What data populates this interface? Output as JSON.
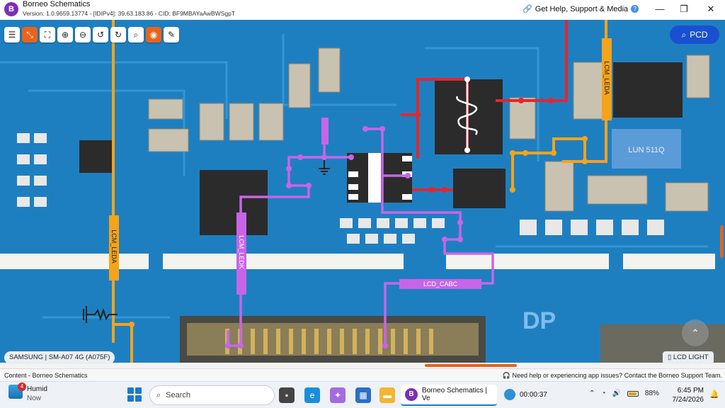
{
  "window": {
    "title": "Borneo Schematics",
    "subtitle": "Version: 1.0.9659.13774 - [IDIPv4]: 39.63.183.86 - CID: BF9MBAYaAwBWSgpT",
    "help_link": "Get Help, Support & Media",
    "minimize": "—",
    "maximize": "❐",
    "close": "✕"
  },
  "toolbar": {
    "tools": [
      {
        "name": "list-tool",
        "glyph": "☰"
      },
      {
        "name": "collapse-tool",
        "glyph": "⤡",
        "active": true
      },
      {
        "name": "fullscreen-tool",
        "glyph": "⛶"
      },
      {
        "name": "zoom-in-tool",
        "glyph": "⊕"
      },
      {
        "name": "zoom-out-tool",
        "glyph": "⊖"
      },
      {
        "name": "rotate-left-tool",
        "glyph": "↺"
      },
      {
        "name": "rotate-right-tool",
        "glyph": "↻"
      },
      {
        "name": "search-tool",
        "glyph": "⌕"
      },
      {
        "name": "mouse-tool",
        "glyph": "◉",
        "active": true
      },
      {
        "name": "draw-tool",
        "glyph": "✎"
      }
    ]
  },
  "pcd_button": "PCD",
  "board": {
    "net_labels": [
      "LCM_LEDA",
      "LCM_LEDK",
      "LCD_CABC",
      "LCM_LEDA"
    ],
    "chip_marking": "LUN 511Q",
    "silk": "DP"
  },
  "device_label": "SAMSUNG | SM-A07 4G (A075F)",
  "lcd_light_label": "LCD LIGHT",
  "scroll_up": "⌃",
  "statusbar": {
    "left": "Content - Borneo Schematics",
    "right": "Need help or experiencing app issues? Contact the Borneo Support Team."
  },
  "taskbar": {
    "weather": {
      "badge": "4",
      "title": "Humid",
      "sub": "Now"
    },
    "search_placeholder": "Search",
    "app_title": "Borneo Schematics | Ve",
    "recorder_time": "00:00:37",
    "battery": "88%",
    "time": "6:45 PM",
    "date": "7/24/2026",
    "colors": {
      "accent": "#1a78d4",
      "brand": "#7b2fb5",
      "active_tool": "#e8641b"
    }
  }
}
